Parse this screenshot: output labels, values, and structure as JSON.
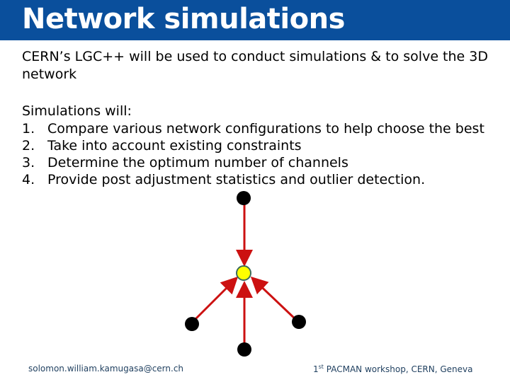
{
  "slide": {
    "title": "Network simulations",
    "intro": "CERN’s LGC++ will be used to conduct simulations & to solve the 3D network",
    "list_heading": "Simulations will:",
    "items": [
      {
        "num": "1.",
        "text": "Compare various network configurations to help choose the best"
      },
      {
        "num": "2.",
        "text": "Take into account existing constraints"
      },
      {
        "num": "3.",
        "text": "Determine the optimum number of channels"
      },
      {
        "num": "4.",
        "text": "Provide post adjustment statistics and outlier detection."
      }
    ]
  },
  "diagram": {
    "center_node_color": "#ffff00",
    "outer_node_color": "#000000",
    "edge_color": "#cc1111"
  },
  "footer": {
    "email": "solomon.william.kamugasa@cern.ch",
    "event_sup": "st",
    "event_num": "1",
    "event_text": " PACMAN workshop, CERN, Geneva"
  },
  "colors": {
    "title_bar": "#0a4f9c"
  }
}
